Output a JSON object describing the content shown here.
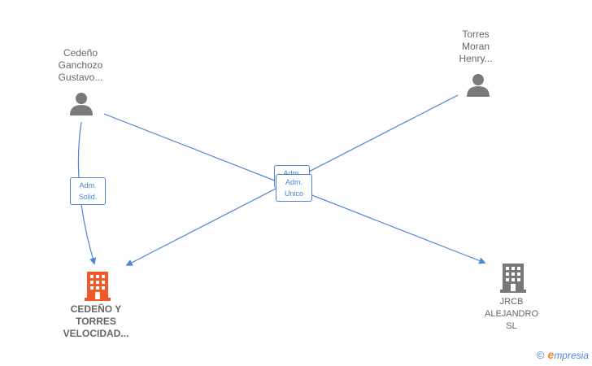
{
  "nodes": {
    "person1": {
      "lines": [
        "Cedeño",
        "Ganchozo",
        "Gustavo..."
      ]
    },
    "person2": {
      "lines": [
        "Torres",
        "Moran",
        "Henry..."
      ]
    },
    "company1": {
      "lines": [
        "CEDEÑO Y",
        "TORRES",
        "VELOCIDAD..."
      ],
      "color": "#f05a28"
    },
    "company2": {
      "lines": [
        "JRCB",
        "ALEJANDRO",
        "SL"
      ],
      "color": "#777777"
    }
  },
  "edges": {
    "solid": {
      "lines": [
        "Adm.",
        "Solid."
      ]
    },
    "unico_back": {
      "lines": [
        "Adm.",
        ""
      ]
    },
    "unico": {
      "lines": [
        "Adm.",
        "Unico"
      ]
    }
  },
  "colors": {
    "edge": "#4a86d4",
    "person": "#7a7a7a"
  },
  "brand": {
    "symbol": "©",
    "e": "e",
    "rest": "mpresia"
  }
}
